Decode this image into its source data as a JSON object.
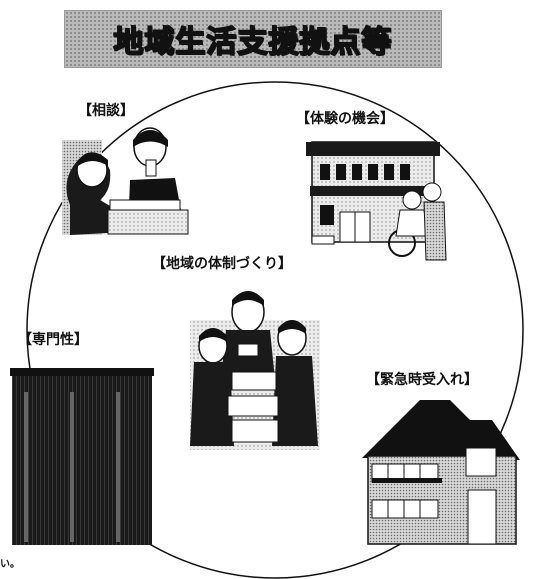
{
  "title": "地域生活支援拠点等",
  "labels": {
    "soudan": "【相談】",
    "taiken": "【体験の機会】",
    "chiiki": "【地域の体制づくり】",
    "senmon": "【専門性】",
    "kinkyu": "【緊急時受入れ】"
  },
  "corner_mark": "い。",
  "colors": {
    "title_bg": "#b9b9b9",
    "ink": "#111111",
    "building_dark": "#1a1a1a",
    "shade": "#9a9a9a"
  }
}
